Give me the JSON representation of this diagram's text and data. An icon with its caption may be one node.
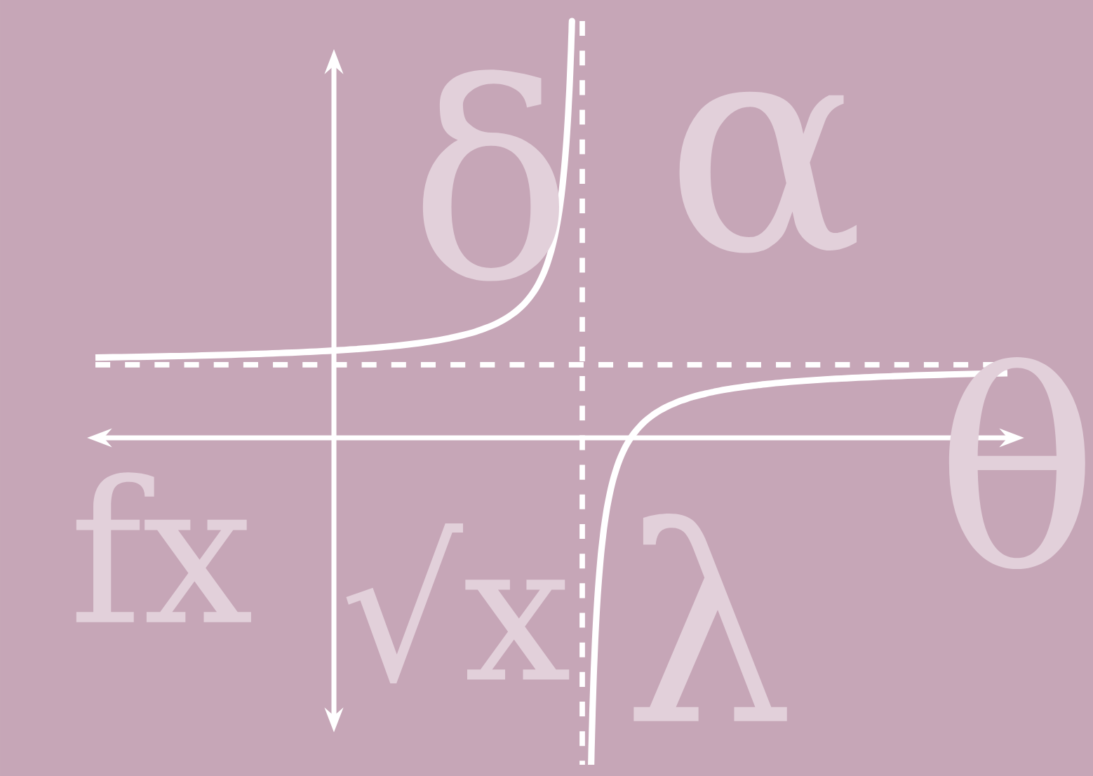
{
  "diagram": {
    "labels": [
      "δ",
      "α",
      "fx",
      "√x",
      "λ",
      "θ"
    ]
  }
}
